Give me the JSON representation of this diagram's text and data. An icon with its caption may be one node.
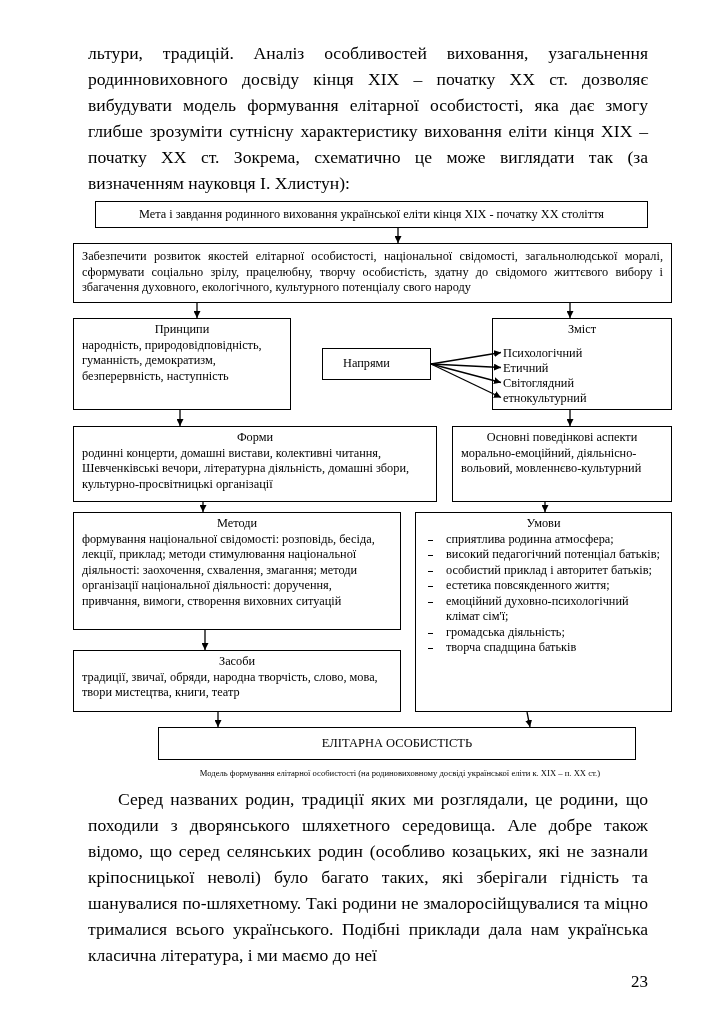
{
  "diagram": {
    "caption": "Модель формування елітарної особистості (на родиновиховному досвіді української еліти к. XIX – п. XX ст.)",
    "nodes": [
      {
        "text": [
          "Мета і завдання родинного виховання української еліти кінця XIX - початку XX століття"
        ]
      },
      {
        "text": [
          "Забезпечити розвиток якостей елітарної особистості, національної свідомості, загальнолюдської моралі, сформувати соціально зрілу, працелюбну, творчу особистість, здатну до свідомого життєвого вибору і збагачення духовного, екологічного, культурного потенціалу свого народу"
        ]
      },
      {
        "text": [
          "Принципи",
          "народність, природовідповідність, гуманність, демократизм, безперервність, наступність"
        ]
      },
      {
        "text": [
          "Напрями"
        ]
      },
      {
        "text": [
          "Зміст"
        ]
      },
      {
        "text": [
          "Психологічний"
        ],
        "in": 4
      },
      {
        "text": [
          "Етичний"
        ],
        "in": 4
      },
      {
        "text": [
          "Світоглядний"
        ],
        "in": 4
      },
      {
        "text": [
          "етнокультурний"
        ],
        "in": 4
      },
      {
        "text": [
          "Форми",
          "родинні концерти, домашні вистави, колективні читання, Шевченківські вечори, літературна діяльність, домашні збори, культурно-просвітницькі організації"
        ]
      },
      {
        "text": [
          "Основні поведінкові аспекти",
          "морально-емоційний, діяльнісно-вольовий, мовленнєво-культурний"
        ]
      },
      {
        "text": [
          "Методи",
          "формування національної свідомості: розповідь, бесіда, лекції, приклад; методи стимулювання національної діяльності: заохочення, схвалення, змагання; методи організації національної діяльності: доручення, привчання, вимоги, створення виховних ситуацій"
        ]
      },
      {
        "text": [
          "Умови",
          "сприятлива родинна атмосфера;",
          "високий педагогічний потенціал батьків;",
          "особистий приклад і авторитет батьків;",
          "естетика повсякденного життя;",
          "емоційний духовно-психологічний клімат сім'ї;",
          "громадська діяльність;",
          "творча спадщина батьків"
        ]
      },
      {
        "text": [
          "Засоби",
          "традиції, звичаї, обряди, народна творчість, слово, мова, твори мистецтва, книги, театр"
        ]
      },
      {
        "text": [
          "ЕЛІТАРНА ОСОБИСТІСТЬ"
        ]
      }
    ],
    "edges": [
      {
        "from": 0,
        "to": 1,
        "arrow": "to"
      },
      {
        "from": 1,
        "to": 2,
        "arrow": "to"
      },
      {
        "from": 1,
        "to": 4,
        "arrow": "to"
      },
      {
        "from": 3,
        "to": 5,
        "arrow": "to"
      },
      {
        "from": 3,
        "to": 6,
        "arrow": "to"
      },
      {
        "from": 3,
        "to": 7,
        "arrow": "to"
      },
      {
        "from": 3,
        "to": 8,
        "arrow": "to"
      },
      {
        "from": 2,
        "to": 9,
        "arrow": "to"
      },
      {
        "from": 4,
        "to": 10,
        "arrow": "to"
      },
      {
        "from": 9,
        "to": 11,
        "arrow": "to"
      },
      {
        "from": 10,
        "to": 12,
        "arrow": "to"
      },
      {
        "from": 11,
        "to": 13,
        "arrow": "to"
      },
      {
        "from": 13,
        "to": 14,
        "arrow": "to"
      },
      {
        "from": 12,
        "to": 14,
        "arrow": "to"
      }
    ],
    "labels": [
      "льтури, традицій. Аналіз особливостей виховання, узагальнення родинновиховного досвіду кінця XIX – початку XX ст. дозволяє вибудувати модель формування елітарної особистості, яка дає змогу глибше зрозуміти сутнісну характеристику виховання еліти кінця XIX – початку XX ст. Зокрема, схематично це може виглядати так (за визначенням науковця І. Хлистун):",
      "Серед названих родин, традиції яких ми розглядали, це родини, що походили з дворянського шляхетного середовища. Але добре також відомо, що серед селянських родин (особливо козацьких, які не зазнали кріпосницької неволі) було багато таких, які зберігали гідність та шанувалися по-шляхетному. Такі родини не змалоросійщувалися та міцно трималися всього українського. Подібні приклади дала нам українська класична література, і ми маємо до неї",
      "23"
    ]
  }
}
